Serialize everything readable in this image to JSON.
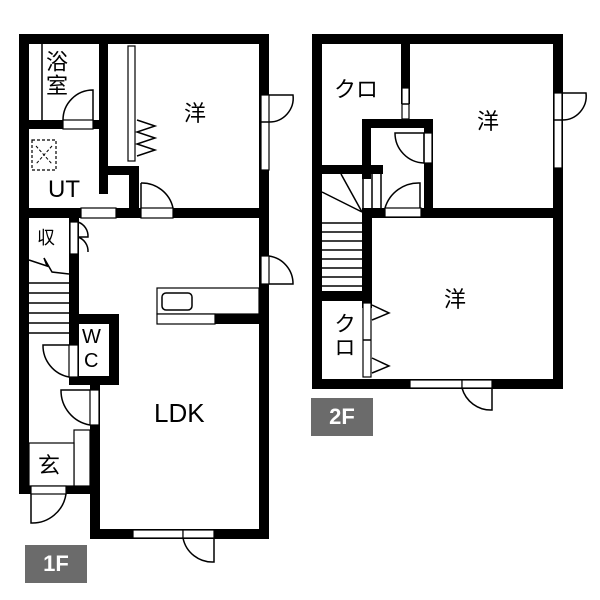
{
  "floor1": {
    "badge": "1F",
    "rooms": {
      "bath": "浴室",
      "utility": "UT",
      "western_room": "洋",
      "storage": "収",
      "toilet_w": "W",
      "toilet_c": "C",
      "ldk": "LDK",
      "entrance": "玄"
    }
  },
  "floor2": {
    "badge": "2F",
    "rooms": {
      "closet_top": "クロ",
      "western_room_north": "洋",
      "western_room_south": "洋",
      "closet_bottom": "クロ"
    }
  },
  "colors": {
    "wall": "#000000",
    "badge_bg": "#6b6b6b",
    "badge_text": "#ffffff"
  }
}
